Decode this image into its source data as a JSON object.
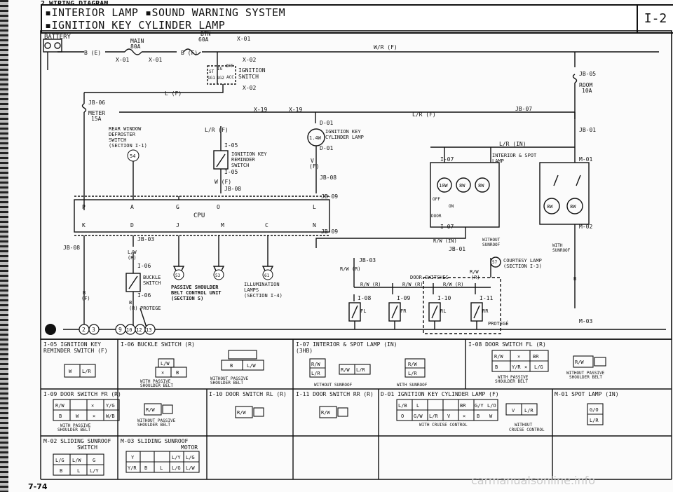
{
  "header": {
    "top_cut": "2  WIRING DIAGRAM",
    "line1": "▪INTERIOR LAMP  ▪SOUND WARNING SYSTEM",
    "line2": "▪IGNITION KEY CYLINDER LAMP",
    "page_ref": "I-2"
  },
  "diagram": {
    "battery": "BATTERY",
    "main": "MAIN",
    "main_amp": "80A",
    "btn": "BTN",
    "btn_amp": "60A",
    "x01": "X-01",
    "x02": "X-02",
    "b_e": "B (E)",
    "b_f": "B (F)",
    "wr_f": "W/R (F)",
    "l_f": "L (F)",
    "ign_switch": "IGNITION",
    "ign_switch2": "SWITCH",
    "st": "ST",
    "ig": "IG",
    "off": "OFF",
    "acc": "ACC",
    "ig1": "1G1",
    "ig2": "1G2",
    "jb05": "JB-05",
    "room": "ROOM",
    "room_amp": "10A",
    "jb06": "JB-06",
    "meter": "METER",
    "meter_amp": "15A",
    "rear_window": "REAR WINDOW",
    "defroster": "DEFROSTER",
    "switch": "SWITCH",
    "section_i1": "(SECTION I-1)",
    "num54": "54",
    "x19": "X-19",
    "lr_f": "L/R (F)",
    "jb07": "JB-07",
    "jb01": "JB-01",
    "d01": "D-01",
    "ign_key": "IGNITION KEY",
    "cyl_lamp": "CYLINDER LAMP",
    "w14": "1.4W",
    "i05": "I-05",
    "ign_key_rem": "IGNITION KEY",
    "reminder": "REMINDER",
    "switch2": "SWITCH",
    "v_f": "V",
    "v_f2": "(F)",
    "w_f": "W (F)",
    "jb08": "JB-08",
    "jb09": "JB-09",
    "lr_in": "L/R (IN)",
    "i07": "I-07",
    "int_spot": "INTERIOR & SPOT",
    "lamp": "LAMP",
    "m01": "M-01",
    "w10": "10W",
    "w8a": "8W",
    "w8b": "8W",
    "w8c": "8W",
    "w8d": "8W",
    "off2": "OFF",
    "on": "ON",
    "door": "DOOR",
    "m02": "M-02",
    "cpu": "CPU",
    "pin_p": "P",
    "pin_a": "A",
    "pin_g": "G",
    "pin_o": "O",
    "pin_l": "L",
    "pin_k": "K",
    "pin_d": "D",
    "pin_j": "J",
    "pin_m": "M",
    "pin_c": "C",
    "pin_n": "N",
    "jb03": "JB-03",
    "jb08_left": "JB-08",
    "lw_r": "L/W",
    "lw_r2": "(R)",
    "i06": "I-06",
    "buckle": "BUCKLE",
    "switch3": "SWITCH",
    "b_f2": "B",
    "b_f3": "(F)",
    "b_r": "B",
    "b_r2": "(R)",
    "protege": "PROTEGE",
    "num53": "53",
    "num61": "61",
    "pass_shoulder": "PASSIVE SHOULDER",
    "belt_ctrl": "BELT CONTROL UNIT",
    "section_s": "(SECTION S)",
    "illum": "ILLUMINATION",
    "lamps": "LAMPS",
    "section_i4": "(SECTION I-4)",
    "rw_in": "R/W (IN)",
    "without_sunroof": "WITHOUT",
    "sunroof": "SUNROOF",
    "with_sunroof": "WITH",
    "sunroof2": "SUNROOF",
    "courtesy": "COURTESY LAMP",
    "section_i3": "(SECTION I-3)",
    "num57": "57",
    "rw_r": "R/W (R)",
    "door_switches": "DOOR SWITCHES",
    "rw_r2": "R/W",
    "rw_r3": "(R)",
    "rw_r4": "R/W (R)",
    "rw_r5": "R/W (R)",
    "rw_r6": "R/W (R)",
    "i08": "I-08",
    "i09": "I-09",
    "i10": "I-10",
    "i11": "I-11",
    "fl": "FL",
    "fr": "FR",
    "rl": "RL",
    "rr": "RR",
    "protege2": "PROTEGÉ",
    "m03": "M-03",
    "b_small": "B",
    "ground_nums": [
      "2",
      "3",
      "9",
      "10",
      "12",
      "13"
    ]
  },
  "connectors": {
    "c1": {
      "title": "I-05 IGNITION KEY",
      "title2": "REMINDER SWITCH (F)",
      "cells": [
        "W",
        "L/R"
      ]
    },
    "c2": {
      "title": "I-06 BUCKLE SWITCH (R)",
      "cells_top": [
        "L/W"
      ],
      "cells_bot": [
        "×",
        "B"
      ],
      "note1": "WITH PASSIVE",
      "note2": "SHOULDER BELT",
      "cells_b": [
        "B",
        "L/W"
      ],
      "note3": "WITHOUT PASSIVE",
      "note4": "SHOULDER BELT"
    },
    "c3": {
      "title": "I-07 INTERIOR & SPOT LAMP (IN)",
      "title2": "(3HB)",
      "cells_a": [
        "R/W",
        "L/R"
      ],
      "cells_b": [
        "R/W",
        "L/R"
      ],
      "cells_c": [
        "R/W",
        "L/R"
      ],
      "note1": "WITHOUT SUNROOF",
      "note2": "WITH SUNROOF"
    },
    "c4": {
      "title": "I-08 DOOR SWITCH FL (R)",
      "cells_top": [
        "R/W",
        "×",
        "BR"
      ],
      "cells_bot": [
        "B",
        "Y/R",
        "×",
        "L/G"
      ],
      "note1": "WITH PASSIVE",
      "note2": "SHOULDER BELT",
      "cell_b": "R/W",
      "note3": "WITHOUT PASSIVE",
      "note4": "SHOULDER BELT"
    },
    "c5": {
      "title": "I-09 DOOR SWITCH FR (R)",
      "cells_top": [
        "R/W",
        "×",
        "Y/G"
      ],
      "cells_bot": [
        "B",
        "W",
        "×",
        "W/B"
      ],
      "note1": "WITH PASSIVE",
      "note2": "SHOULDER BELT",
      "cell_b": "R/W",
      "note3": "WITHOUT PASSIVE",
      "note4": "SHOULDER BELT"
    },
    "c6": {
      "title": "I-10 DOOR SWITCH RL (R)",
      "cell": "R/W"
    },
    "c7": {
      "title": "I-11 DOOR SWITCH RR (R)",
      "cell": "R/W"
    },
    "c8": {
      "title": "D-01 IGNITION KEY CYLINDER LAMP (F)",
      "cells_top": [
        "L/B",
        "L",
        "BR",
        "G/Y",
        "L/O"
      ],
      "cells_bot": [
        "O",
        "G/W",
        "L/R",
        "V",
        "×",
        "B",
        "W"
      ],
      "note1": "WITH CRUISE CONTROL",
      "cells_b": [
        "V",
        "L/R"
      ],
      "note2": "WITHOUT",
      "note3": "CRUISE CONTROL"
    },
    "c9": {
      "title": "M-01 SPOT LAMP (IN)",
      "cells": [
        "G/O",
        "L/R"
      ]
    },
    "c10": {
      "title": "M-02 SLIDING SUNROOF",
      "title2": "SWITCH",
      "cells_top": [
        "L/G",
        "L/W",
        "G"
      ],
      "cells_bot": [
        "B",
        "L",
        "L/Y"
      ]
    },
    "c11": {
      "title": "M-03 SLIDING SUNROOF",
      "title2": "MOTOR",
      "cells_top": [
        "Y",
        "L/Y",
        "L/G"
      ],
      "cells_bot": [
        "Y/R",
        "B",
        "L",
        "L/G",
        "L/W"
      ]
    }
  },
  "footer": {
    "page_number": "7-74",
    "watermark": "carmanualsonline.info"
  }
}
